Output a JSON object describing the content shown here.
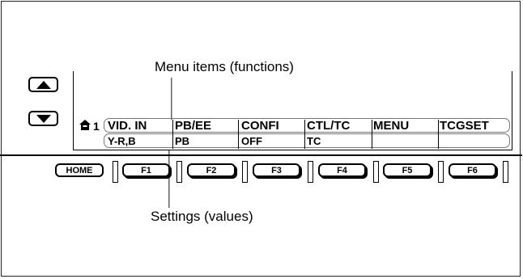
{
  "labels": {
    "top": "Menu items (functions)",
    "bottom": "Settings (values)"
  },
  "page_indicator": "1",
  "menu_items": [
    "VID.  IN",
    "PB/EE",
    "CONFI",
    "CTL/TC",
    "MENU",
    "TCGSET"
  ],
  "settings": [
    "Y-R,B",
    "PB",
    "OFF",
    "TC",
    "",
    ""
  ],
  "buttons": {
    "home": "HOME",
    "functions": [
      "F1",
      "F2",
      "F3",
      "F4",
      "F5",
      "F6"
    ]
  },
  "icons": {
    "up": "triangle-up-icon",
    "down": "triangle-down-icon",
    "lock": "home-lock-icon"
  }
}
